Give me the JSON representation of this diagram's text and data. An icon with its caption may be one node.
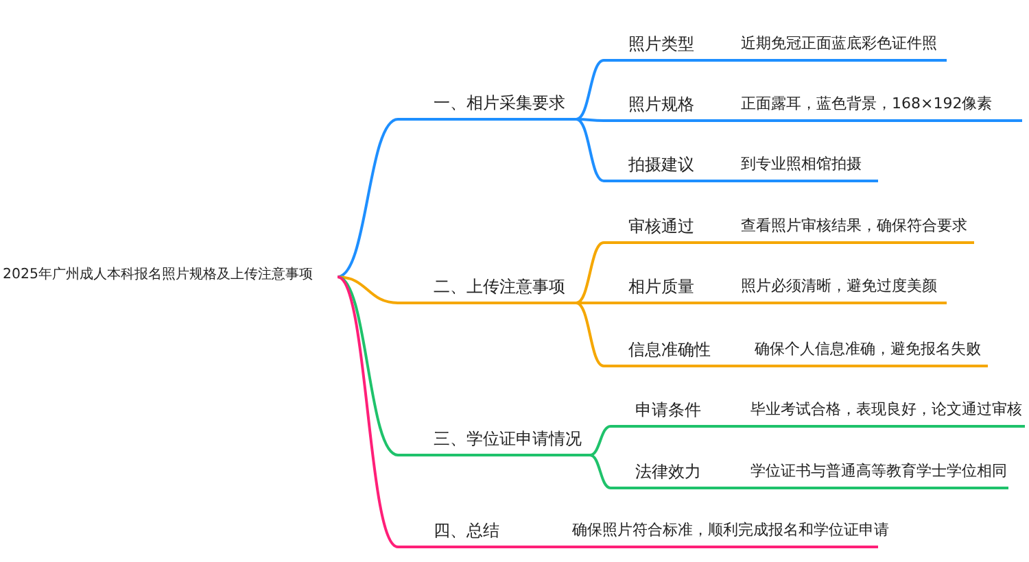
{
  "diagram": {
    "nodes": [
      {
        "text": [
          "2025年广州成人本科报名照片规格及上传注意事项"
        ]
      },
      {
        "text": [
          "一、相片采集要求"
        ]
      },
      {
        "text": [
          "照片类型"
        ]
      },
      {
        "text": [
          "近期免冠正面蓝底彩色证件照"
        ]
      },
      {
        "text": [
          "照片规格"
        ]
      },
      {
        "text": [
          "正面露耳，蓝色背景，168×192像素"
        ]
      },
      {
        "text": [
          "拍摄建议"
        ]
      },
      {
        "text": [
          "到专业照相馆拍摄"
        ]
      },
      {
        "text": [
          "二、上传注意事项"
        ]
      },
      {
        "text": [
          "审核通过"
        ]
      },
      {
        "text": [
          "查看照片审核结果，确保符合要求"
        ]
      },
      {
        "text": [
          "相片质量"
        ]
      },
      {
        "text": [
          "照片必须清晰，避免过度美颜"
        ]
      },
      {
        "text": [
          "信息准确性"
        ]
      },
      {
        "text": [
          "确保个人信息准确，避免报名失败"
        ]
      },
      {
        "text": [
          "三、学位证申请情况"
        ]
      },
      {
        "text": [
          "申请条件"
        ]
      },
      {
        "text": [
          "毕业考试合格，表现良好，论文通过审核"
        ]
      },
      {
        "text": [
          "法律效力"
        ]
      },
      {
        "text": [
          "学位证书与普通高等教育学士学位相同"
        ]
      },
      {
        "text": [
          "四、总结"
        ]
      },
      {
        "text": [
          "确保照片符合标准，顺利完成报名和学位证申请"
        ]
      }
    ],
    "edges": [
      {
        "from": 0,
        "to": 1,
        "arrow": "none",
        "color": "#1e8fff"
      },
      {
        "from": 1,
        "to": 2,
        "arrow": "none",
        "color": "#1e8fff"
      },
      {
        "from": 2,
        "to": 3,
        "arrow": "none",
        "color": "#1e8fff"
      },
      {
        "from": 1,
        "to": 4,
        "arrow": "none",
        "color": "#1e8fff"
      },
      {
        "from": 4,
        "to": 5,
        "arrow": "none",
        "color": "#1e8fff"
      },
      {
        "from": 1,
        "to": 6,
        "arrow": "none",
        "color": "#1e8fff"
      },
      {
        "from": 6,
        "to": 7,
        "arrow": "none",
        "color": "#1e8fff"
      },
      {
        "from": 0,
        "to": 8,
        "arrow": "none",
        "color": "#f5a700"
      },
      {
        "from": 8,
        "to": 9,
        "arrow": "none",
        "color": "#f5a700"
      },
      {
        "from": 9,
        "to": 10,
        "arrow": "none",
        "color": "#f5a700"
      },
      {
        "from": 8,
        "to": 11,
        "arrow": "none",
        "color": "#f5a700"
      },
      {
        "from": 11,
        "to": 12,
        "arrow": "none",
        "color": "#f5a700"
      },
      {
        "from": 8,
        "to": 13,
        "arrow": "none",
        "color": "#f5a700"
      },
      {
        "from": 13,
        "to": 14,
        "arrow": "none",
        "color": "#f5a700"
      },
      {
        "from": 0,
        "to": 15,
        "arrow": "none",
        "color": "#1fc26b"
      },
      {
        "from": 15,
        "to": 16,
        "arrow": "none",
        "color": "#1fc26b"
      },
      {
        "from": 16,
        "to": 17,
        "arrow": "none",
        "color": "#1fc26b"
      },
      {
        "from": 15,
        "to": 18,
        "arrow": "none",
        "color": "#1fc26b"
      },
      {
        "from": 18,
        "to": 19,
        "arrow": "none",
        "color": "#1fc26b"
      },
      {
        "from": 0,
        "to": 20,
        "arrow": "none",
        "color": "#ff1f78"
      },
      {
        "from": 20,
        "to": 21,
        "arrow": "none",
        "color": "#ff1f78"
      }
    ]
  }
}
